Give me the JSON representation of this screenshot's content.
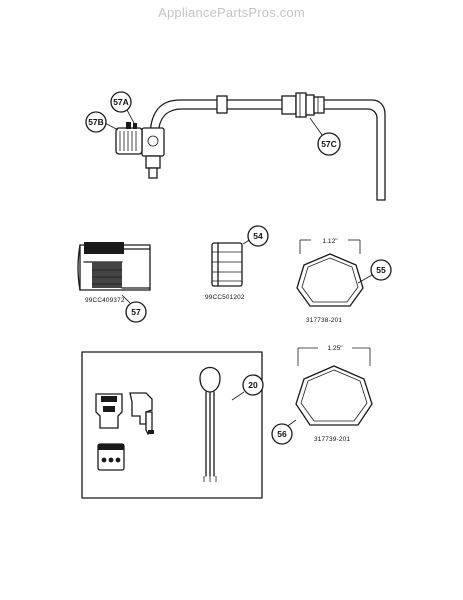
{
  "watermark": "AppliancePartsPros.com",
  "callouts": {
    "c57a": "57A",
    "c57b": "57B",
    "c57c": "57C",
    "c54": "54",
    "c55": "55",
    "c56": "56",
    "c57": "57",
    "c20": "20"
  },
  "part_numbers": {
    "p57": "99CC409372",
    "p54": "99CC501202",
    "p55": "317738-201",
    "p56": "317739-201"
  },
  "dimensions": {
    "d55": "1.12\"",
    "d56": "1.25\""
  },
  "colors": {
    "line": "#1a1a1a",
    "watermark": "#c4c4c4"
  }
}
